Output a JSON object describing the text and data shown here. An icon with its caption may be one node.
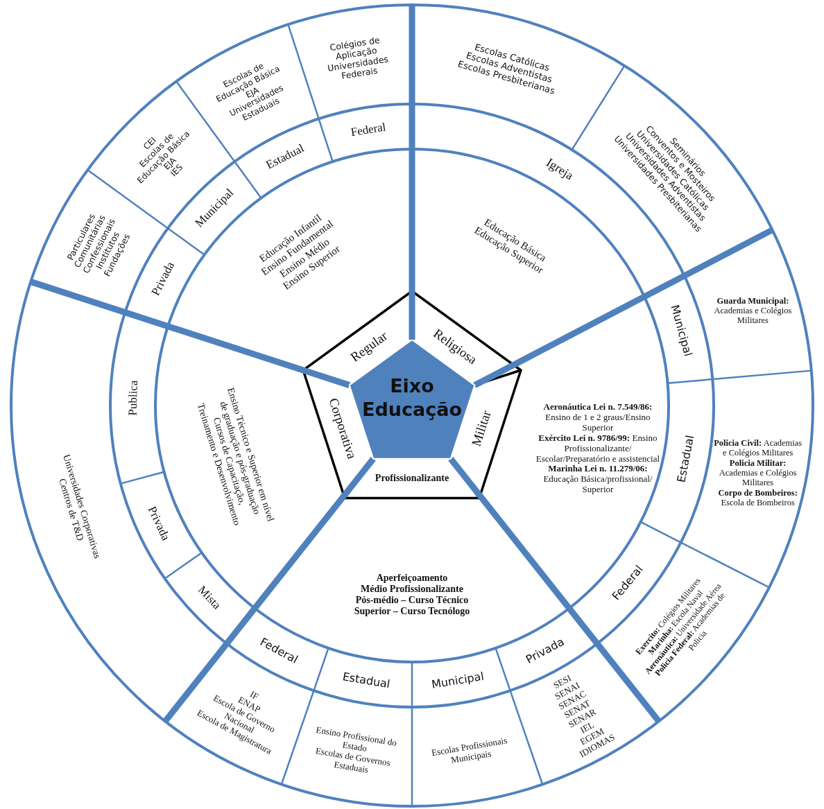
{
  "diagram": {
    "nodes": [
      {
        "text": [
          "Eixo Educação"
        ]
      },
      {
        "text": [
          "Regular"
        ]
      },
      {
        "text": [
          "Religiosa"
        ]
      },
      {
        "text": [
          "Militar"
        ]
      },
      {
        "text": [
          "Profissionalizante"
        ]
      },
      {
        "text": [
          "Corporativa"
        ]
      },
      {
        "text": [
          "Educação Infantil",
          "Ensino Fundamental",
          "Ensino Médio",
          "Ensino Superior"
        ]
      },
      {
        "text": [
          "Educação Básica",
          "Educação Superior"
        ]
      },
      {
        "text": [
          "**Aeronáutica Lei n. 7.549/86:** Ensino de 1 e 2 graus/Ensino Superior",
          "**Exército Lei n. 9786/99:** Ensino Profissionalizante/ Escolar/Preparatório e assistencial",
          "**Marinha Lei n. 11.279/06:** Educação Básica/profissional/ Superior"
        ]
      },
      {
        "text": [
          "Aperfeiçoamento",
          "Médio Profissionalizante",
          "Pós-médio – Curso Técnico",
          "Superior – Curso Tecnólogo"
        ]
      },
      {
        "text": [
          "Ensino Técnico e Superior em nível de graduação e pós-graduação",
          "Cursos de Capacitação,",
          "Treinamento e Desenvolvimento"
        ]
      },
      {
        "text": [
          "Privada"
        ]
      },
      {
        "text": [
          "Municipal"
        ]
      },
      {
        "text": [
          "Estadual"
        ]
      },
      {
        "text": [
          "Federal"
        ]
      },
      {
        "text": [
          "Particulares",
          "Comunitárias",
          "Confessionais",
          "Institutos",
          "Fundações"
        ]
      },
      {
        "text": [
          "CEI",
          "Escolas de Educação Básica",
          "EJA",
          "IES"
        ]
      },
      {
        "text": [
          "Escolas de Educação Básica",
          "EJA",
          "Universidades Estaduais"
        ]
      },
      {
        "text": [
          "Colégios de Aplicação",
          "Universidades Federais"
        ]
      },
      {
        "text": [
          "Igreja"
        ]
      },
      {
        "text": [
          "Escolas Católicas",
          "Escolas Adventistas",
          "Escolas Presbiterianas"
        ]
      },
      {
        "text": [
          "Seminários",
          "Conventos e Mosteiros",
          "Universidades Católicas",
          "Universidades Adventistas",
          "Universidades Presbiterianas"
        ]
      },
      {
        "text": [
          "Municipal"
        ]
      },
      {
        "text": [
          "Estadual"
        ]
      },
      {
        "text": [
          "Federal"
        ]
      },
      {
        "text": [
          "**Guarda Municipal:** Academias e Colégios Militares"
        ]
      },
      {
        "text": [
          "**Policia Civil:** Academias e Colégios Militares",
          "**Policia Militar:** Academias e Colégios Militares",
          "**Corpo de Bombeiros:** Escola de Bombeiros"
        ]
      },
      {
        "text": [
          "**Exercito:** Colégios Militares",
          "**Marinha:** Escola Naval",
          "**Aeronáutica:** Universidade Aérea",
          "**Policia Federal:** Academias de Policia"
        ]
      },
      {
        "text": [
          "Federal"
        ]
      },
      {
        "text": [
          "Estadual"
        ]
      },
      {
        "text": [
          "Municipal"
        ]
      },
      {
        "text": [
          "Privada"
        ]
      },
      {
        "text": [
          "IF",
          "ENAP",
          "Escola de Governo Nacional",
          "Escola de Magistratura"
        ]
      },
      {
        "text": [
          "Ensino Profissional do Estado",
          "Escolas de Governos Estaduais"
        ]
      },
      {
        "text": [
          "Escolas Profissionais Municipais"
        ]
      },
      {
        "text": [
          "SESI",
          "SENAI",
          "SENAC",
          "SENAT",
          "SENAR",
          "IEL",
          "EGEM",
          "IDIOMAS"
        ]
      },
      {
        "text": [
          "Publica"
        ]
      },
      {
        "text": [
          "Privada"
        ]
      },
      {
        "text": [
          "Mista"
        ]
      },
      {
        "text": [
          "Universidades Corporativas",
          "Centros de T&D"
        ]
      }
    ]
  }
}
